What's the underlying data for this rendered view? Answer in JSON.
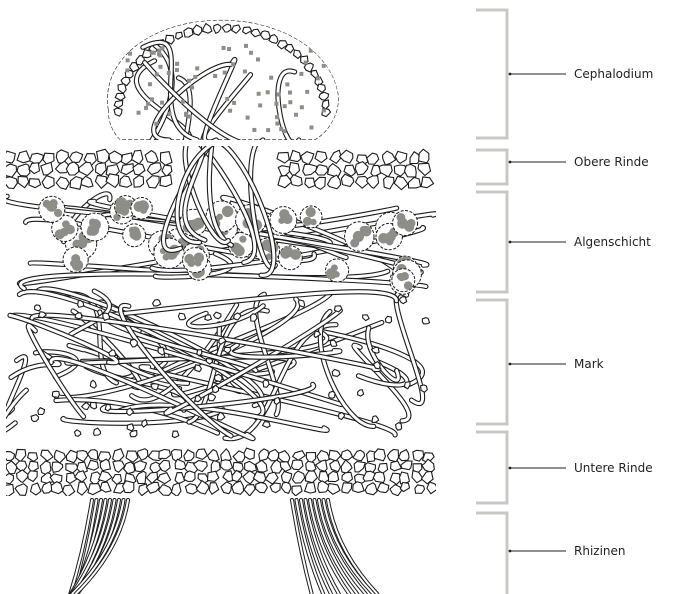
{
  "diagram": {
    "layers": [
      {
        "id": "cephalodium",
        "label": "Cephalodium"
      },
      {
        "id": "obere-rinde",
        "label": "Obere Rinde"
      },
      {
        "id": "algenschicht",
        "label": "Algenschicht"
      },
      {
        "id": "mark",
        "label": "Mark"
      },
      {
        "id": "untere-rinde",
        "label": "Untere Rinde"
      },
      {
        "id": "rhizinen",
        "label": "Rhizinen"
      }
    ],
    "colors": {
      "outline": "#1c1c1c",
      "algae": "#8e8e88",
      "bracket": "#c8c8c4",
      "text": "#222222"
    }
  }
}
